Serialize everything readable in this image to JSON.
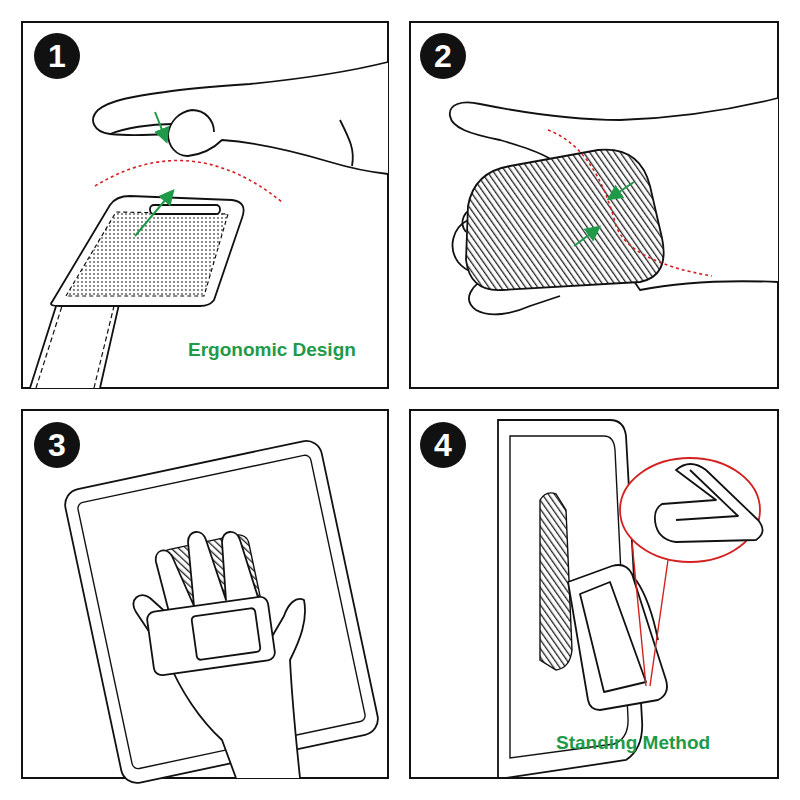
{
  "diagram": {
    "nodes": [
      {
        "text": [
          "1"
        ]
      },
      {
        "text": [
          "2"
        ]
      },
      {
        "text": [
          "3"
        ]
      },
      {
        "text": [
          "4"
        ]
      }
    ],
    "labels": [
      "Ergonomic Design",
      "Standing Method"
    ]
  }
}
